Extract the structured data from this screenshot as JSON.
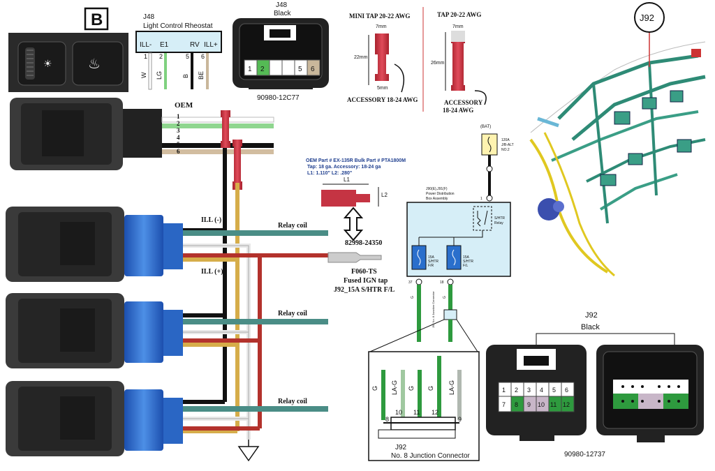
{
  "panel_label": "B",
  "j48": {
    "title": "J48",
    "subtitle": "Light Control Rheostat",
    "pins": [
      "ILL-",
      "E1",
      "RV",
      "ILL+"
    ],
    "wires": [
      "W",
      "LG",
      "B",
      "BE"
    ],
    "wire_nums": [
      "1",
      "2",
      "5",
      "6"
    ],
    "connector_title": "J48",
    "connector_color": "Black",
    "connector_pins": [
      "1",
      "2",
      "",
      "",
      "5",
      "6"
    ],
    "part_number": "90980-12C77"
  },
  "oem": {
    "label": "OEM",
    "wire_numbers": [
      "1",
      "2",
      "3",
      "4",
      "5",
      "6"
    ]
  },
  "taps": {
    "mini_title": "MINI TAP 20-22 AWG",
    "mini_top": "7mm",
    "mini_len": "22mm",
    "mini_bottom": "5mm",
    "mini_accessory": "ACCESSORY 18-24 AWG",
    "tap_title": "TAP 20-22 AWG",
    "tap_top": "7mm",
    "tap_len": "26mm",
    "tap_accessory_1": "ACCESSORY",
    "tap_accessory_2": "18-24 AWG"
  },
  "oem_part": {
    "line1": "OEM Part # EX-135R   Bulk Part # PTA1800M",
    "line2": "Tap: 18 ga.            Accessory: 18-24 ga",
    "line3": "L1: 1.110\"    L2: .280\"",
    "l1": "L1",
    "l2": "L2",
    "part": "82998-24350",
    "fuse1": "F060-TS",
    "fuse2": "Fused IGN tap",
    "fuse3": "J92_15A S/HTR F/L"
  },
  "labels": {
    "ill_neg": "ILL (-)",
    "ill_pos": "ILL (+)",
    "relay_coil": "Relay coil"
  },
  "pdb": {
    "bat": "(BAT)",
    "fuse_120": "120A",
    "fuse_120b": "J/B-ALT",
    "fuse_120c": "NO.2",
    "title1": "J90(E),J91(F)",
    "title2": "Power Distribution",
    "title3": "Box Assembly",
    "relay1": "S/HTR",
    "relay2": "Relay",
    "fuse_a1": "15A",
    "fuse_a2": "S/HTR",
    "fuse_a3": "F/R",
    "fuse_b1": "15A",
    "fuse_b2": "S/HTR",
    "fuse_b3": "F/L",
    "pin_a": "37",
    "pin_b": "18",
    "pin_1": "1",
    "wire_g1": "G",
    "wire_g2": "G",
    "junction": "J92 No. 8 Junction Connector"
  },
  "junction": {
    "wires": [
      "G",
      "LA-G",
      "G",
      "G",
      "LA-G"
    ],
    "pins": [
      "8",
      "10",
      "11",
      "12",
      "9"
    ],
    "name1": "J92",
    "name2": "No. 8 Junction Connector"
  },
  "j92": {
    "callout": "J92",
    "title": "J92",
    "color": "Black",
    "pins_top": [
      "1",
      "2",
      "3",
      "4",
      "5",
      "6"
    ],
    "pins_bottom": [
      "7",
      "8",
      "9",
      "10",
      "11",
      "12"
    ],
    "part_number": "90980-12737"
  },
  "colors": {
    "green": "#2e9a3e",
    "teal": "#4a8d86",
    "red": "#b3322c",
    "tan": "#d6ad4a",
    "black": "#111111",
    "blue": "#2a6fcc",
    "light_blue": "#d6eef7"
  }
}
